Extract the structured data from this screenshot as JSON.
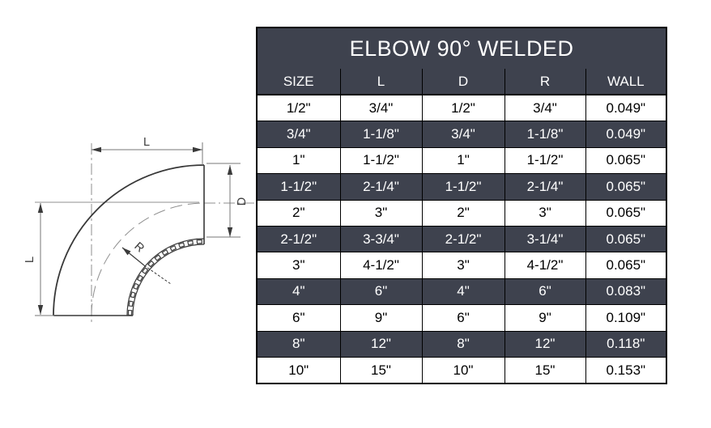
{
  "diagram": {
    "labels": {
      "length_top": "L",
      "length_left": "L",
      "diameter": "D",
      "radius": "R"
    }
  },
  "table": {
    "title": "ELBOW 90° WELDED",
    "columns": [
      "SIZE",
      "L",
      "D",
      "R",
      "WALL"
    ],
    "rows": [
      [
        "1/2\"",
        "3/4\"",
        "1/2\"",
        "3/4\"",
        "0.049\""
      ],
      [
        "3/4\"",
        "1-1/8\"",
        "3/4\"",
        "1-1/8\"",
        "0.049\""
      ],
      [
        "1\"",
        "1-1/2\"",
        "1\"",
        "1-1/2\"",
        "0.065\""
      ],
      [
        "1-1/2\"",
        "2-1/4\"",
        "1-1/2\"",
        "2-1/4\"",
        "0.065\""
      ],
      [
        "2\"",
        "3\"",
        "2\"",
        "3\"",
        "0.065\""
      ],
      [
        "2-1/2\"",
        "3-3/4\"",
        "2-1/2\"",
        "3-1/4\"",
        "0.065\""
      ],
      [
        "3\"",
        "4-1/2\"",
        "3\"",
        "4-1/2\"",
        "0.065\""
      ],
      [
        "4\"",
        "6\"",
        "4\"",
        "6\"",
        "0.083\""
      ],
      [
        "6\"",
        "9\"",
        "6\"",
        "9\"",
        "0.109\""
      ],
      [
        "8\"",
        "12\"",
        "8\"",
        "12\"",
        "0.118\""
      ],
      [
        "10\"",
        "15\"",
        "10\"",
        "15\"",
        "0.153\""
      ]
    ],
    "colors": {
      "header_bg": "#3e424e",
      "row_dark_bg": "#3e424e",
      "row_light_bg": "#ffffff",
      "border": "#000000"
    }
  }
}
